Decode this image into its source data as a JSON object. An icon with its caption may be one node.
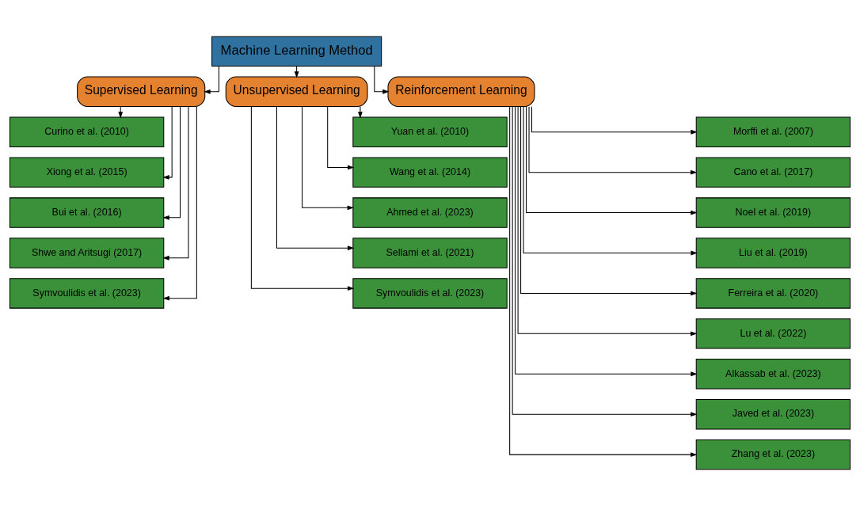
{
  "diagram": {
    "nodes": [
      {
        "text": [
          "Machine Learning Method"
        ]
      },
      {
        "text": [
          "Supervised Learning"
        ]
      },
      {
        "text": [
          "Curino et al. (2010)"
        ]
      },
      {
        "text": [
          "Xiong et al. (2015)"
        ]
      },
      {
        "text": [
          "Bui et al. (2016)"
        ]
      },
      {
        "text": [
          "Shwe and Aritsugi (2017)"
        ]
      },
      {
        "text": [
          "Symvoulidis et al. (2023)"
        ]
      },
      {
        "text": [
          "Unsupervised Learning"
        ]
      },
      {
        "text": [
          "Yuan et al. (2010)"
        ]
      },
      {
        "text": [
          "Wang et al. (2014)"
        ]
      },
      {
        "text": [
          "Ahmed et al. (2023)"
        ]
      },
      {
        "text": [
          "Sellami et al. (2021)"
        ]
      },
      {
        "text": [
          "Symvoulidis et al. (2023)"
        ]
      },
      {
        "text": [
          "Reinforcement Learning"
        ]
      },
      {
        "text": [
          "Morffi et al. (2007)"
        ]
      },
      {
        "text": [
          "Cano et al. (2017)"
        ]
      },
      {
        "text": [
          "Noel et al. (2019)"
        ]
      },
      {
        "text": [
          "Liu et al. (2019)"
        ]
      },
      {
        "text": [
          "Ferreira et al. (2020)"
        ]
      },
      {
        "text": [
          "Lu et al. (2022)"
        ]
      },
      {
        "text": [
          "Alkassab et al. (2023)"
        ]
      },
      {
        "text": [
          "Javed et al. (2023)"
        ]
      },
      {
        "text": [
          "Zhang et al. (2023)"
        ]
      }
    ],
    "edges": [
      {
        "from": 0,
        "to": 1,
        "arrow": "to"
      },
      {
        "from": 0,
        "to": 7,
        "arrow": "to"
      },
      {
        "from": 0,
        "to": 13,
        "arrow": "to"
      },
      {
        "from": 1,
        "to": 2,
        "arrow": "to"
      },
      {
        "from": 1,
        "to": 3,
        "arrow": "to"
      },
      {
        "from": 1,
        "to": 4,
        "arrow": "to"
      },
      {
        "from": 1,
        "to": 5,
        "arrow": "to"
      },
      {
        "from": 1,
        "to": 6,
        "arrow": "to"
      },
      {
        "from": 7,
        "to": 8,
        "arrow": "to"
      },
      {
        "from": 7,
        "to": 9,
        "arrow": "to"
      },
      {
        "from": 7,
        "to": 10,
        "arrow": "to"
      },
      {
        "from": 7,
        "to": 11,
        "arrow": "to"
      },
      {
        "from": 7,
        "to": 12,
        "arrow": "to"
      },
      {
        "from": 13,
        "to": 14,
        "arrow": "to"
      },
      {
        "from": 13,
        "to": 15,
        "arrow": "to"
      },
      {
        "from": 13,
        "to": 16,
        "arrow": "to"
      },
      {
        "from": 13,
        "to": 17,
        "arrow": "to"
      },
      {
        "from": 13,
        "to": 18,
        "arrow": "to"
      },
      {
        "from": 13,
        "to": 19,
        "arrow": "to"
      },
      {
        "from": 13,
        "to": 20,
        "arrow": "to"
      },
      {
        "from": 13,
        "to": 21,
        "arrow": "to"
      },
      {
        "from": 13,
        "to": 22,
        "arrow": "to"
      }
    ]
  }
}
